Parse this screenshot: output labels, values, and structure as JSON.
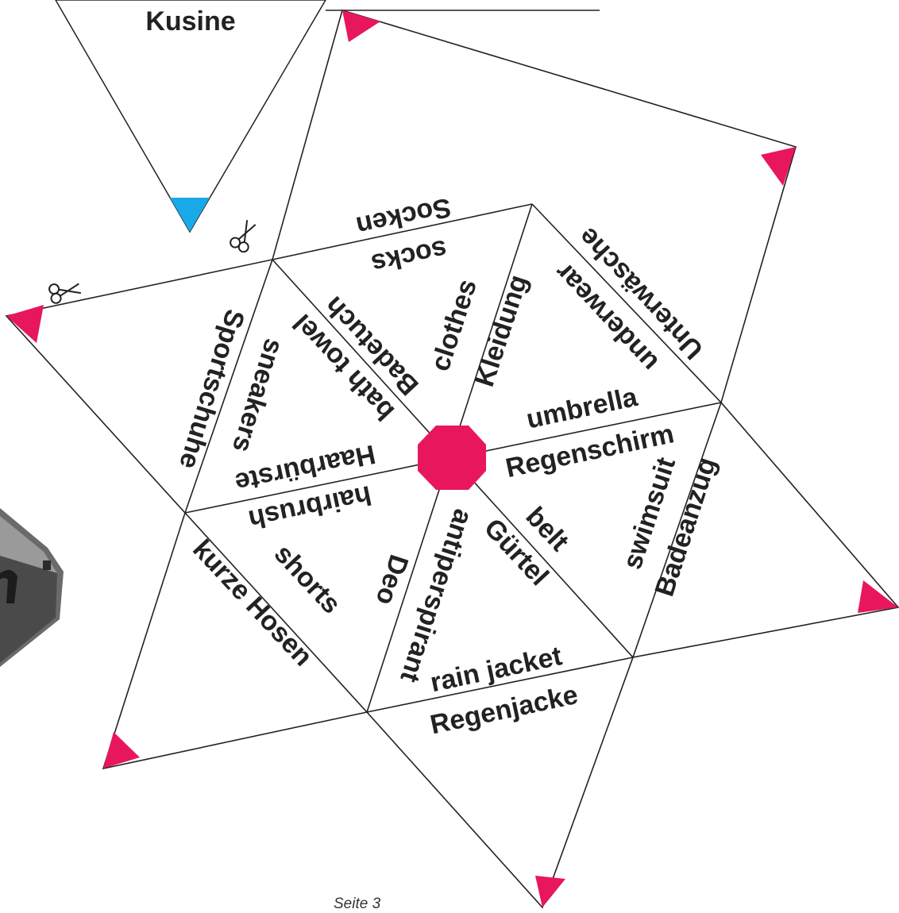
{
  "colors": {
    "accent": "#e8175d",
    "blue": "#1aa9e8",
    "line": "#222222"
  },
  "icons": {
    "scissors": "scissors-icon",
    "suitcase": "suitcase-image"
  },
  "pennant": {
    "label": "Kusine"
  },
  "pairs": [
    {
      "english": "socks",
      "german": "Socken"
    },
    {
      "english": "underwear",
      "german": "Unterwäsche"
    },
    {
      "english": "clothes",
      "german": "Kleidung"
    },
    {
      "english": "bath towel",
      "german": "Badetuch"
    },
    {
      "english": "sneakers",
      "german": "Sportschuhe"
    },
    {
      "english": "hairbrush",
      "german": "Haarbürste"
    },
    {
      "english": "umbrella",
      "german": "Regenschirm"
    },
    {
      "english": "swimsuit",
      "german": "Badeanzug"
    },
    {
      "english": "belt",
      "german": "Gürtel"
    },
    {
      "english": "antiperspirant",
      "german": "Deo"
    },
    {
      "english": "shorts",
      "german": "kurze Hosen"
    },
    {
      "english": "rain jacket",
      "german": "Regenjacke"
    }
  ],
  "footer": {
    "text": "Seite 3"
  }
}
